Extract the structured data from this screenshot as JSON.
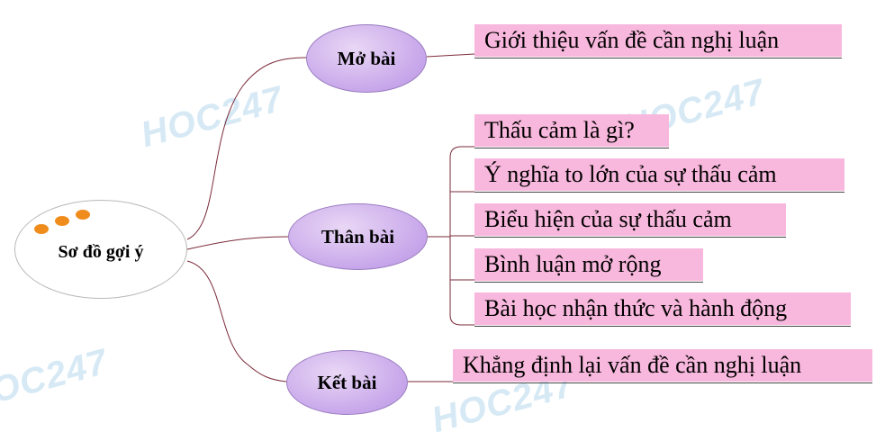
{
  "watermark": "HOC247",
  "root": {
    "label": "Sơ đồ gợi ý"
  },
  "branches": [
    {
      "label": "Mở bài",
      "items": [
        "Giới thiệu vấn đề cần nghị luận"
      ]
    },
    {
      "label": "Thân bài",
      "items": [
        "Thấu cảm là gì?",
        "Ý nghĩa to lớn của sự thấu cảm",
        "Biểu hiện của sự thấu cảm",
        "Bình luận mở rộng",
        "Bài học nhận thức và hành động"
      ]
    },
    {
      "label": "Kết bài",
      "items": [
        "Khẳng định lại vấn đề cần nghị luận"
      ]
    }
  ],
  "colors": {
    "branch_fill": "#c7a6ea",
    "leaf_fill": "#f8b7dc",
    "connector": "#7a2a3a",
    "dots": "#f08c1c"
  }
}
